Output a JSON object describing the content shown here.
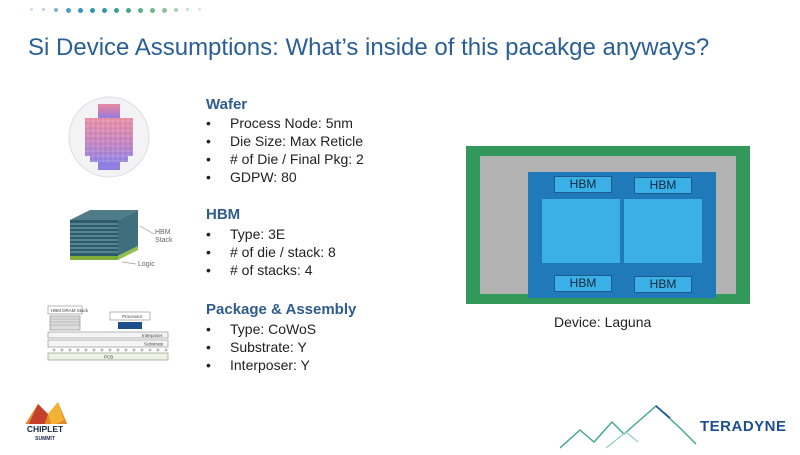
{
  "slide": {
    "title": "Si Device Assumptions: What’s inside of this pacakge anyways?"
  },
  "sections": {
    "wafer": {
      "heading": "Wafer",
      "bullets": [
        "Process Node: 5nm",
        "Die Size: Max Reticle",
        "# of Die / Final Pkg:  2",
        "GDPW:  80"
      ]
    },
    "hbm": {
      "heading": "HBM",
      "bullets": [
        "Type: 3E",
        "# of die / stack: 8",
        "# of stacks: 4"
      ]
    },
    "package": {
      "heading": "Package & Assembly",
      "bullets": [
        "Type:  CoWoS",
        "Substrate:  Y",
        "Interposer: Y"
      ]
    }
  },
  "hbm_image": {
    "label_top": "HBM\nStack",
    "label_bottom": "Logic"
  },
  "package_image": {
    "hbm_label": "HBM DRAM Stack",
    "processor_label": "Processor",
    "interposer_label": "Interposer",
    "substrate_label": "Substrate",
    "pcb_label": "PCB"
  },
  "device": {
    "hbm_labels": [
      "HBM",
      "HBM",
      "HBM",
      "HBM"
    ],
    "caption": "Device: Laguna"
  },
  "footer": {
    "chiplet_logo_text": "CHIPLET SUMMIT",
    "brand": "TERADYNE"
  },
  "colors": {
    "title": "#2a5f96",
    "heading": "#2f5c8f",
    "board_green": "#33995a",
    "grey": "#b3b3b3",
    "interposer_blue": "#2079b8",
    "hbm_light": "#3bb0e6",
    "brand_blue": "#1d4f8c",
    "teal": "#3aa88a"
  }
}
